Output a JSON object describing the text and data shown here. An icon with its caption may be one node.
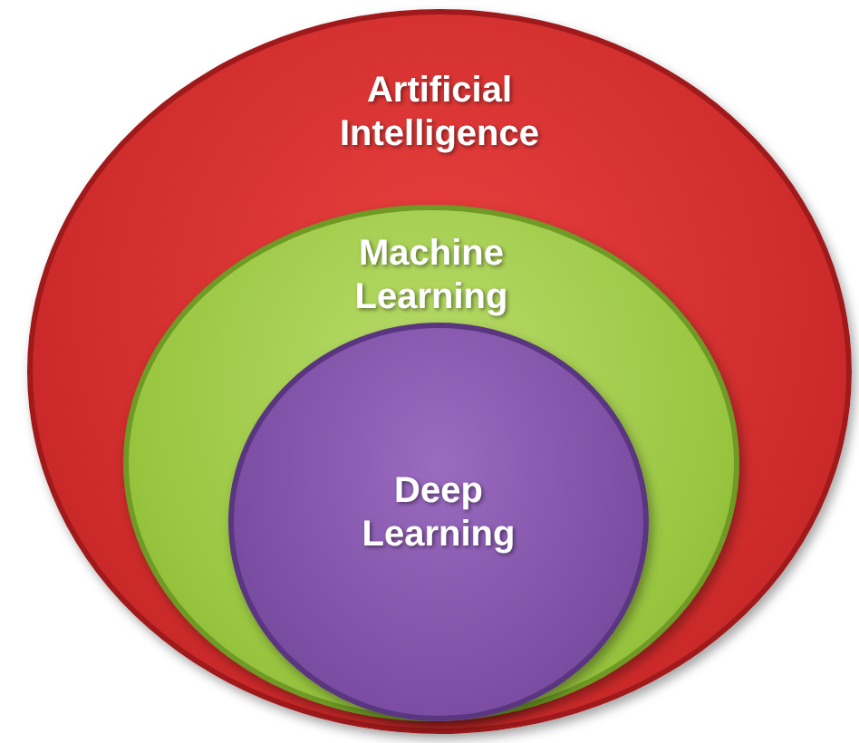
{
  "diagram": {
    "nodes": [
      {
        "text": [
          "Artificial Intelligence"
        ]
      },
      {
        "text": [
          "Machine Learning"
        ],
        "in": 0
      },
      {
        "text": [
          "Deep Learning"
        ],
        "in": 1
      }
    ]
  }
}
